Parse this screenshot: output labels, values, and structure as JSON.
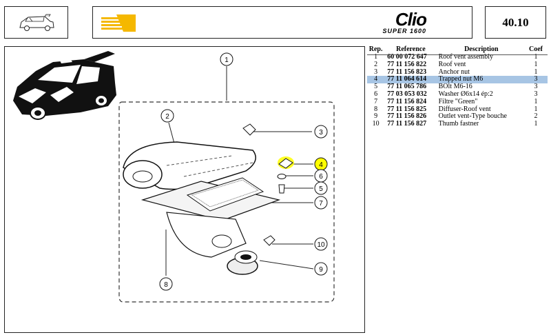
{
  "header": {
    "brand_logo": "Clio",
    "brand_sub": "SUPER 1600",
    "page_code": "40.10",
    "accent_color": "#f5b800"
  },
  "diagram": {
    "callouts": [
      "1",
      "2",
      "3",
      "4",
      "5",
      "6",
      "7",
      "8",
      "9",
      "10"
    ],
    "highlight_color": "#ffff00"
  },
  "parts_table": {
    "columns": [
      "Rep.",
      "Reference",
      "Description",
      "Coef"
    ],
    "rows": [
      {
        "rep": "1",
        "ref": "60 00 072 647",
        "desc": "Roof vent assembly",
        "coef": "1"
      },
      {
        "rep": "2",
        "ref": "77 11 156 822",
        "desc": "Roof vent",
        "coef": "1"
      },
      {
        "rep": "3",
        "ref": "77 11 156 823",
        "desc": "Anchor nut",
        "coef": "1"
      },
      {
        "rep": "4",
        "ref": "77 11 064 614",
        "desc": "Trapped nut M6",
        "coef": "3"
      },
      {
        "rep": "5",
        "ref": "77 11 065 786",
        "desc": "BOlt M6-16",
        "coef": "3"
      },
      {
        "rep": "6",
        "ref": "77 03 053 032",
        "desc": "Washer Ø6x14 ép:2",
        "coef": "3"
      },
      {
        "rep": "7",
        "ref": "77 11 156 824",
        "desc": "Filtre \"Green\"",
        "coef": "1"
      },
      {
        "rep": "8",
        "ref": "77 11 156 825",
        "desc": "Diffuser-Roof vent",
        "coef": "1"
      },
      {
        "rep": "9",
        "ref": "77 11 156 826",
        "desc": "Outlet vent-Type bouche",
        "coef": "2"
      },
      {
        "rep": "10",
        "ref": "77 11 156 827",
        "desc": "Thumb fastner",
        "coef": "1"
      }
    ],
    "highlighted_rep": "4",
    "highlight_color": "#a7c5e4"
  }
}
